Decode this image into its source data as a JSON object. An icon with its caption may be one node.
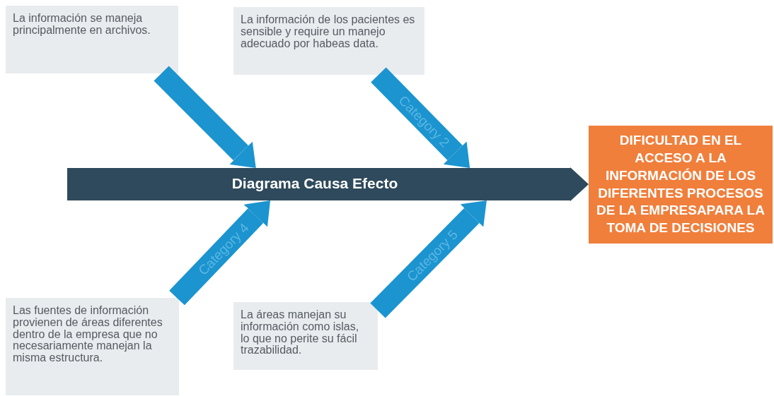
{
  "diagram": {
    "nodes": [
      {
        "text": [
          "La información se maneja principalmente en archivos."
        ]
      },
      {
        "text": [
          "La información de los pacientes es sensible y require un manejo adecuado por habeas data."
        ]
      },
      {
        "text": [
          "Diagrama Causa Efecto"
        ]
      },
      {
        "text": [
          "DIFICULTAD EN EL ACCESO A LA INFORMACIÓN DE LOS DIFERENTES PROCESOS DE LA EMPRESAPARA LA TOMA DE DECISIONES"
        ]
      },
      {
        "text": [
          "Las fuentes de información provienen de áreas diferentes dentro de la empresa que no necesariamente manejan la misma estructura."
        ]
      },
      {
        "text": [
          "La áreas manejan su información como islas, lo que no perite su fácil trazabilidad."
        ]
      }
    ],
    "edges": [
      {
        "from": 0,
        "to": 2,
        "arrow": "to"
      },
      {
        "from": 1,
        "to": 2,
        "arrow": "to",
        "label": "Category 2"
      },
      {
        "from": 4,
        "to": 2,
        "arrow": "to",
        "label": "Category 4"
      },
      {
        "from": 5,
        "to": 2,
        "arrow": "to",
        "label": "Category 5"
      },
      {
        "from": 2,
        "to": 3,
        "arrow": "to",
        "color": "#2e4a5c"
      }
    ]
  }
}
